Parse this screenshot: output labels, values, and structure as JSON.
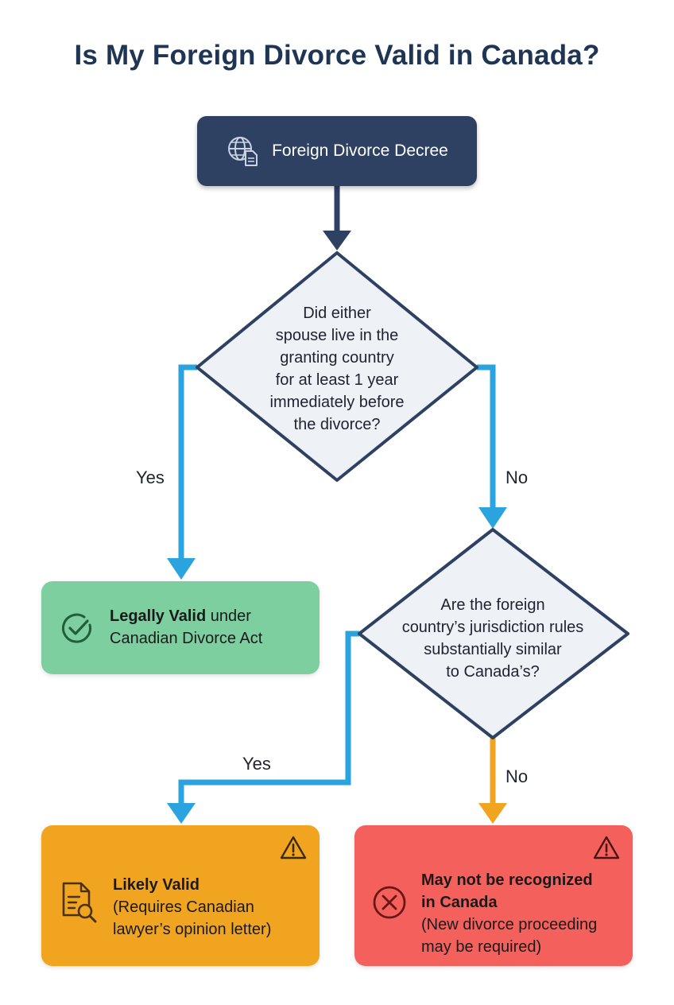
{
  "title": "Is My Foreign Divorce Valid in Canada?",
  "start": {
    "label": "Foreign Divorce Decree",
    "icon": "globe-document-icon"
  },
  "question1": {
    "lines": [
      "Did either",
      "spouse live in the",
      "granting country",
      "for at least 1 year",
      "immediately before",
      "the divorce?"
    ],
    "yes_label": "Yes",
    "no_label": "No"
  },
  "question2": {
    "lines": [
      "Are the foreign",
      "country’s jurisdiction rules",
      "substantially similar",
      "to Canada’s?"
    ],
    "yes_label": "Yes",
    "no_label": "No"
  },
  "results": {
    "valid": {
      "title": "Legally Valid",
      "title_suffix": " under",
      "line2": "Canadian Divorce Act",
      "icon": "check-circle-icon",
      "color": "#7dcfa0"
    },
    "likely": {
      "title": "Likely Valid",
      "line2": "(Requires Canadian",
      "line3": "lawyer’s opinion letter)",
      "icon": "document-search-icon",
      "badge": "warning-icon",
      "color": "#f0a41f"
    },
    "not_recognized": {
      "title_line1": "May not be recognized",
      "title_line2": "in Canada",
      "line3": "(New divorce proceeding",
      "line4": "may be required)",
      "icon": "x-circle-icon",
      "badge": "warning-icon",
      "color": "#f4615d"
    }
  },
  "colors": {
    "navy": "#2e4162",
    "blue_connector": "#2aa3df",
    "orange_connector": "#f0a41f",
    "diamond_fill": "#eef1f6"
  }
}
